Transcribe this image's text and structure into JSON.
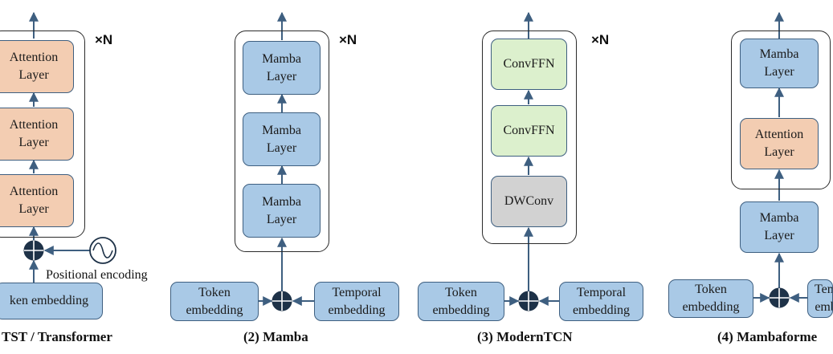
{
  "panels": [
    {
      "caption": "TST / Transformer",
      "repeat": "×N",
      "blocks": [
        "Attention\nLayer",
        "Attention\nLayer",
        "Attention\nLayer"
      ],
      "inputs": [
        "ken embedding"
      ],
      "side_label": "Positional encoding"
    },
    {
      "caption": "(2) Mamba",
      "repeat": "×N",
      "blocks": [
        "Mamba\nLayer",
        "Mamba\nLayer",
        "Mamba\nLayer"
      ],
      "inputs": [
        "Token\nembedding",
        "Temporal\nembedding"
      ]
    },
    {
      "caption": "(3) ModernTCN",
      "repeat": "×N",
      "blocks": [
        "ConvFFN",
        "ConvFFN",
        "DWConv"
      ],
      "inputs": [
        "Token\nembedding",
        "Temporal\nembedding"
      ]
    },
    {
      "caption": "(4) Mambaforme",
      "blocks": [
        "Mamba\nLayer",
        "Attention\nLayer",
        "Mamba\nLayer"
      ],
      "inputs": [
        "Token\nembedding",
        "Tem\nemb"
      ]
    }
  ],
  "colors": {
    "mamba": "#a9c9e6",
    "attention": "#f3cdb2",
    "convffn": "#dcf0cd",
    "dwconv": "#d2d2d2",
    "arrow": "#3e5f80"
  }
}
